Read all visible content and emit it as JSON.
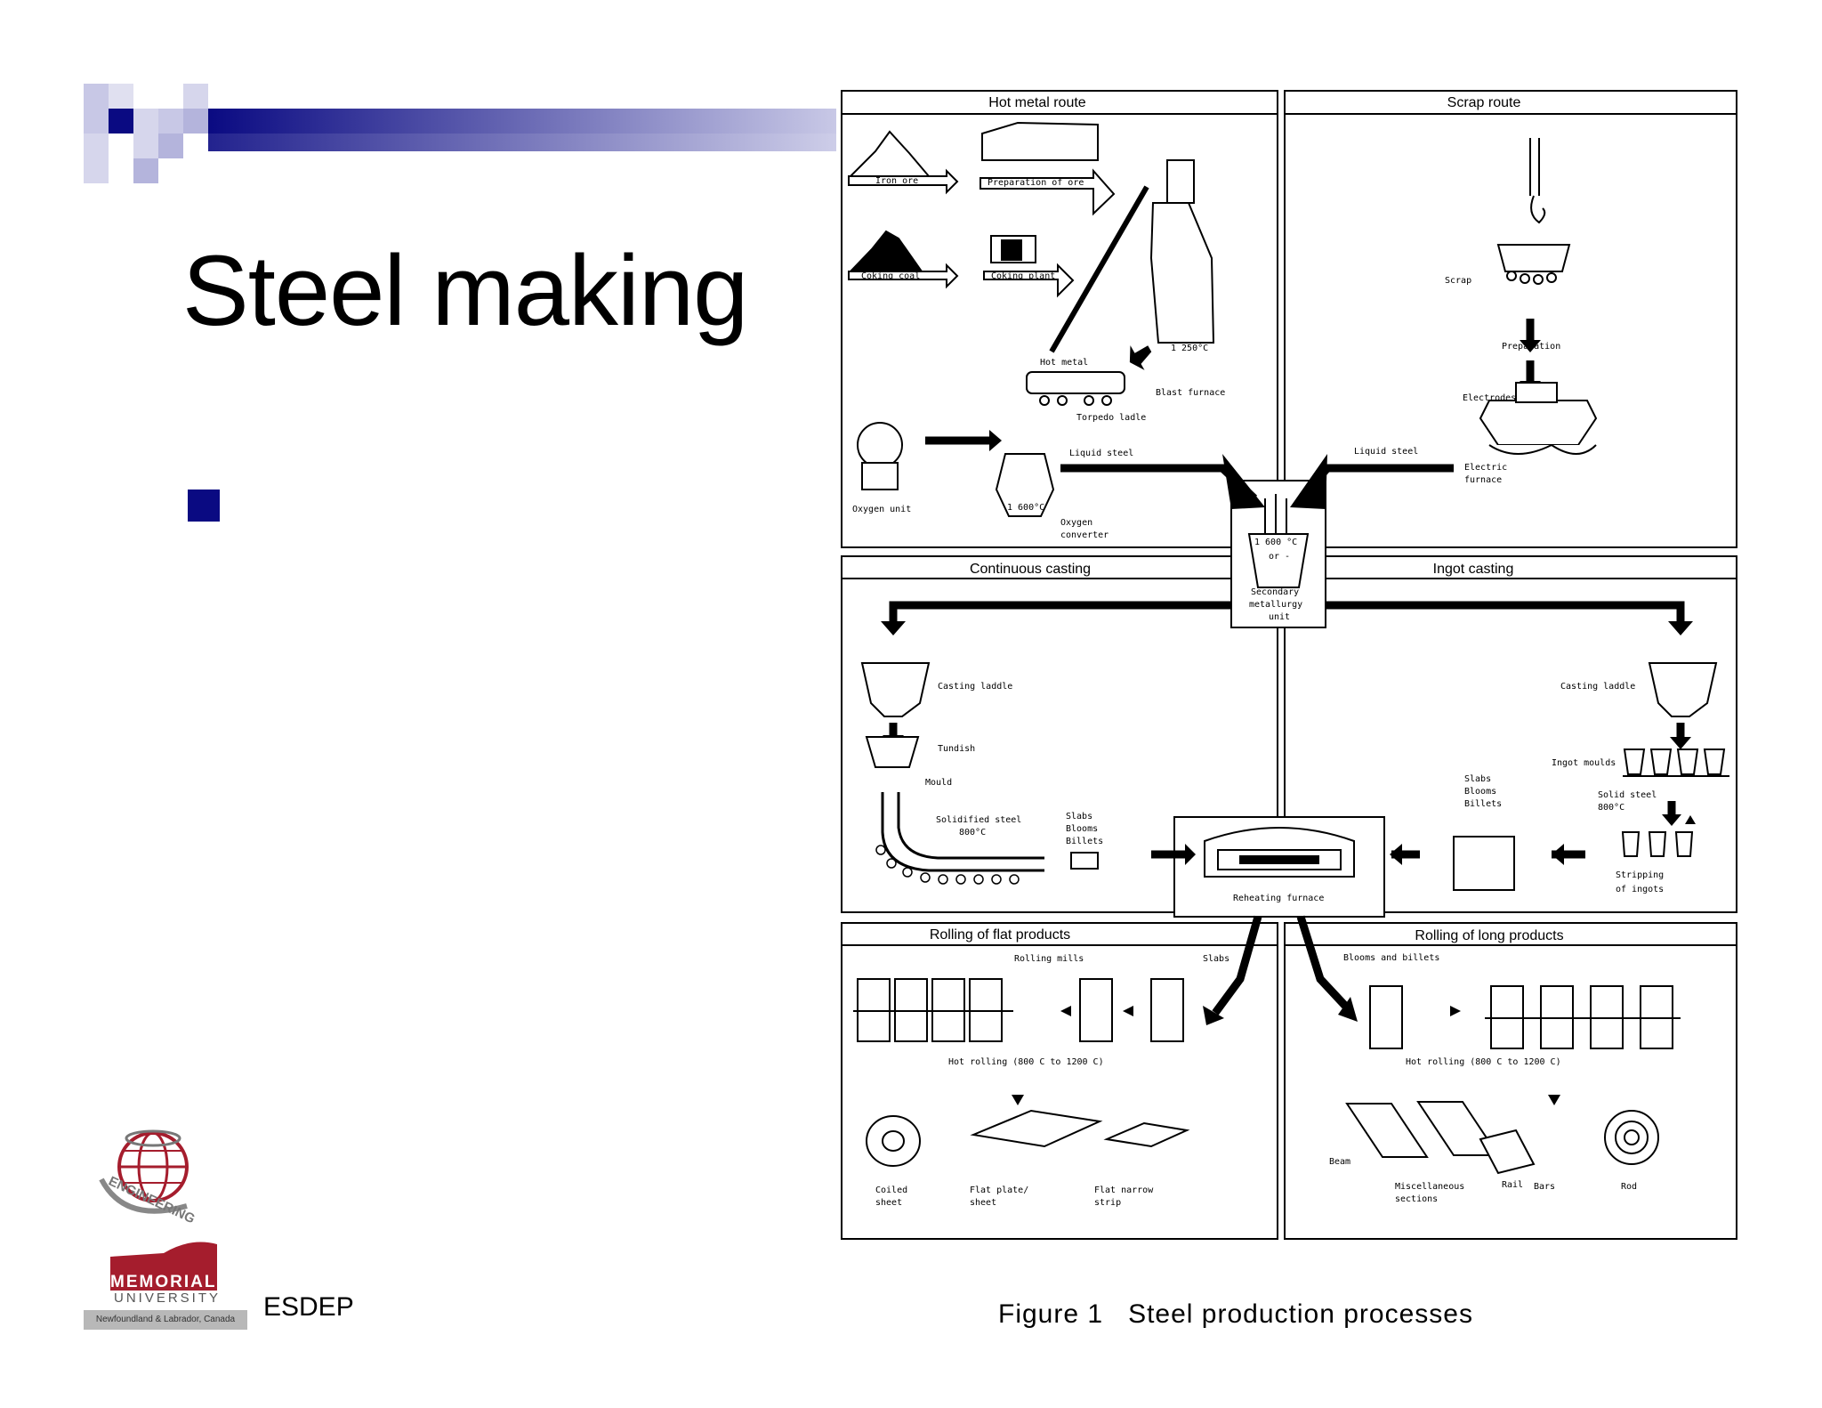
{
  "slide": {
    "title": "Steel making",
    "footer_label": "ESDEP",
    "caption_number": "Figure 1",
    "caption_text": "Steel production processes"
  },
  "logo": {
    "university_line1": "MEMORIAL",
    "university_line2": "UNIVERSITY",
    "location": "Newfoundland & Labrador, Canada",
    "faculty_arc": "ENGINEERING"
  },
  "colors": {
    "title_bar_dark": "#0a0a82",
    "title_bar_light": "#c8c8e6",
    "bullet": "#0a0a82",
    "logo_red": "#a51d2d"
  },
  "diagram": {
    "panels": {
      "hot_metal": "Hot metal route",
      "scrap": "Scrap route",
      "continuous": "Continuous casting",
      "ingot": "Ingot casting",
      "flat": "Rolling of flat products",
      "long": "Rolling of long products"
    },
    "labels": {
      "iron_ore": "Iron ore",
      "prep_ore": "Preparation of ore",
      "coking_coal": "Coking coal",
      "coking_plant": "Coking plant",
      "temp_1250": "1 250°C",
      "hot_metal": "Hot metal",
      "blast_furnace": "Blast furnace",
      "torpedo": "Torpedo ladle",
      "liquid_steel_left": "Liquid steel",
      "oxygen_unit": "Oxygen unit",
      "temp_1600": "1 600°C",
      "oxygen_converter_1": "Oxygen",
      "oxygen_converter_2": "converter",
      "scrap": "Scrap",
      "preparation": "Preparation",
      "electrodes": "Electrodes",
      "liquid_steel_right": "Liquid steel",
      "electric_1": "Electric",
      "electric_2": "furnace",
      "ladle_temp": "1 600 °C",
      "ladle_or": "or -",
      "secondary_1": "Secondary",
      "secondary_2": "metallurgy",
      "secondary_3": "unit",
      "casting_ladle_left": "Casting laddle",
      "tundish": "Tundish",
      "mould": "Mould",
      "solidified_1": "Solidified steel",
      "solidified_2": "800°C",
      "sbb_left_1": "Slabs",
      "sbb_left_2": "Blooms",
      "sbb_left_3": "Billets",
      "reheating": "Reheating furnace",
      "casting_ladle_right": "Casting laddle",
      "ingot_moulds": "Ingot moulds",
      "sbb_right_1": "Slabs",
      "sbb_right_2": "Blooms",
      "sbb_right_3": "Billets",
      "solid_steel_1": "Solid steel",
      "solid_steel_2": "800°C",
      "stripping_1": "Stripping",
      "stripping_2": "of ingots",
      "rolling_mills": "Rolling mills",
      "slabs": "Slabs",
      "hot_rolling_flat": "Hot rolling (800 C to 1200 C)",
      "coiled_1": "Coiled",
      "coiled_2": "sheet",
      "flat_plate_1": "Flat plate/",
      "flat_plate_2": "sheet",
      "flat_narrow_1": "Flat narrow",
      "flat_narrow_2": "strip",
      "blooms_billets": "Blooms and billets",
      "hot_rolling_long": "Hot rolling (800 C to 1200 C)",
      "beam": "Beam",
      "misc_1": "Miscellaneous",
      "misc_2": "sections",
      "rail": "Rail",
      "bars": "Bars",
      "rod": "Rod"
    }
  }
}
